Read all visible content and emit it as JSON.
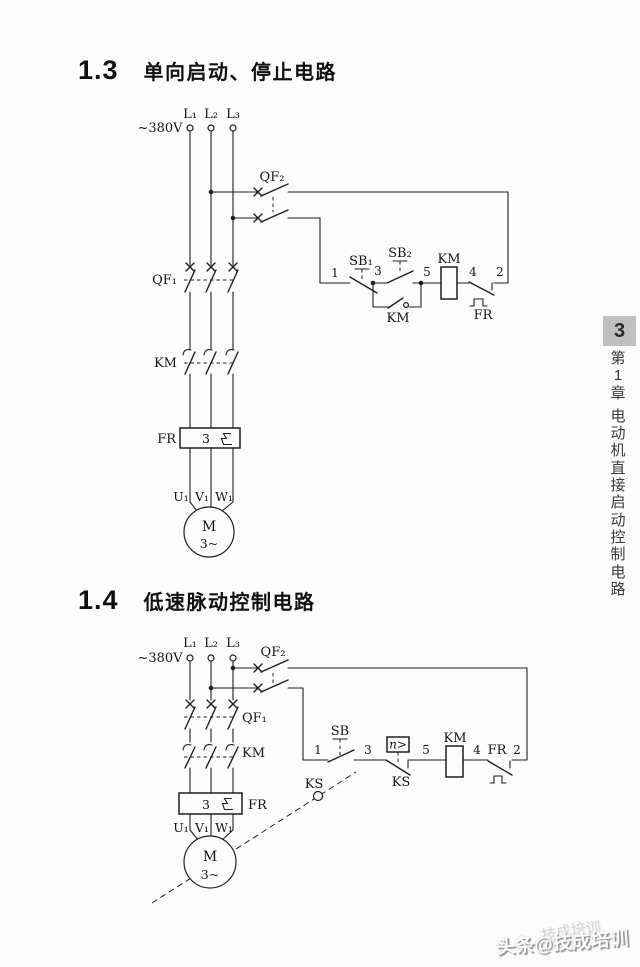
{
  "page": {
    "background": "#fcfcfc",
    "line_color": "#1f1f1f"
  },
  "sidebar": {
    "page_number": "3",
    "chapter_vertical_text": "第1章 电动机直接启动控制电路",
    "chapter_chars": [
      "第",
      "1",
      "章",
      "电",
      "动",
      "机",
      "直",
      "接",
      "启",
      "动",
      "控",
      "制",
      "电",
      "路"
    ]
  },
  "watermark": {
    "main": "头条@技成培训",
    "ghost": "技成培训"
  },
  "section1": {
    "number": "1.3",
    "title": "单向启动、停止电路",
    "labels": {
      "voltage": "~380V",
      "l1": "L₁",
      "l2": "L₂",
      "l3": "L₃",
      "qf2": "QF₂",
      "qf1": "QF₁",
      "km_main": "KM",
      "fr_box_value": "3",
      "fr": "FR",
      "u1": "U₁",
      "v1": "V₁",
      "w1": "W₁",
      "motor": "M",
      "motor_phase": "3~",
      "sb1": "SB₁",
      "sb2": "SB₂",
      "km_aux": "KM",
      "km_coil": "KM",
      "fr_contact": "FR"
    },
    "nodes": {
      "n1": "1",
      "n3": "3",
      "n5": "5",
      "n4": "4",
      "n2": "2"
    }
  },
  "section2": {
    "number": "1.4",
    "title": "低速脉动控制电路",
    "labels": {
      "voltage": "~380V",
      "l1": "L₁",
      "l2": "L₂",
      "l3": "L₃",
      "qf2": "QF₂",
      "qf1": "QF₁",
      "km_main": "KM",
      "fr_box_value": "3",
      "fr": "FR",
      "u1": "U₁",
      "v1": "V₁",
      "w1": "W₁",
      "motor": "M",
      "motor_phase": "3~",
      "sb": "SB",
      "speed_relay_box": "n>",
      "ks_contact": "KS",
      "ks_sensor": "KS",
      "km_coil": "KM",
      "fr_contact": "FR"
    },
    "nodes": {
      "n1": "1",
      "n3": "3",
      "n5": "5",
      "n4": "4",
      "n2": "2"
    }
  }
}
